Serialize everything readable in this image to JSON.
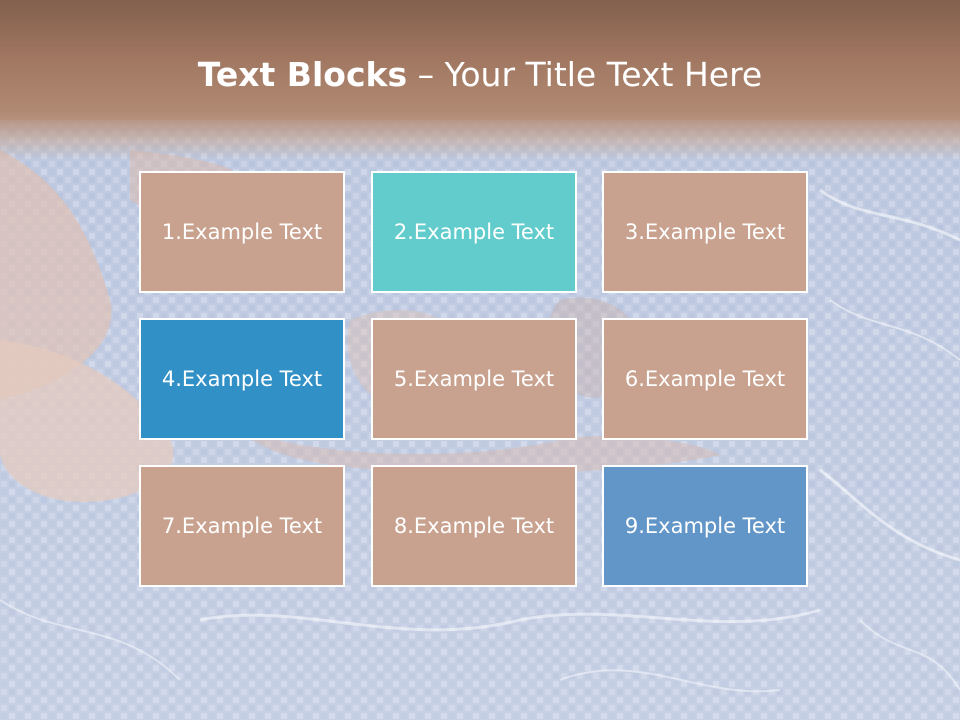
{
  "title": {
    "bold": "Text Blocks",
    "dash": " – ",
    "rest": "Your Title Text Here"
  },
  "blocks": [
    {
      "label": "1.Example Text",
      "color": "#c8a28f"
    },
    {
      "label": "2.Example Text",
      "color": "#62cccc"
    },
    {
      "label": "3.Example Text",
      "color": "#c8a28f"
    },
    {
      "label": "4.Example Text",
      "color": "#3190c6"
    },
    {
      "label": "5.Example Text",
      "color": "#c8a28f"
    },
    {
      "label": "6.Example Text",
      "color": "#c8a28f"
    },
    {
      "label": "7.Example Text",
      "color": "#c8a28f"
    },
    {
      "label": "8.Example Text",
      "color": "#c8a28f"
    },
    {
      "label": "9.Example Text",
      "color": "#6296c8"
    }
  ],
  "colors": {
    "title_band": "#a07660",
    "border": "#ffffff"
  }
}
